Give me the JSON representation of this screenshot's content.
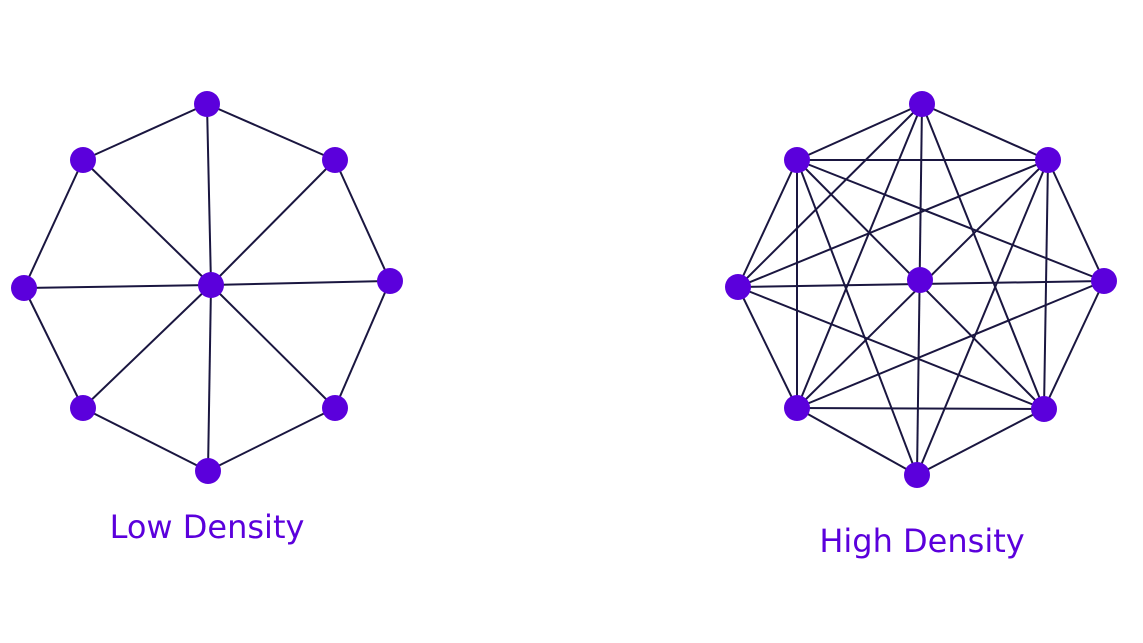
{
  "colors": {
    "node": "#5b00dc",
    "edge": "#1a1640",
    "label": "#5b00dc"
  },
  "graphs": [
    {
      "id": "low-density",
      "label": "Low Density",
      "nodes": [
        "top",
        "top-right",
        "right",
        "bottom-right",
        "bottom",
        "bottom-left",
        "left",
        "top-left",
        "center"
      ],
      "edges": [
        [
          "top",
          "top-right"
        ],
        [
          "top-right",
          "right"
        ],
        [
          "right",
          "bottom-right"
        ],
        [
          "bottom-right",
          "bottom"
        ],
        [
          "bottom",
          "bottom-left"
        ],
        [
          "bottom-left",
          "left"
        ],
        [
          "left",
          "top-left"
        ],
        [
          "top-left",
          "top"
        ],
        [
          "center",
          "top"
        ],
        [
          "center",
          "top-right"
        ],
        [
          "center",
          "right"
        ],
        [
          "center",
          "bottom-right"
        ],
        [
          "center",
          "bottom"
        ],
        [
          "center",
          "bottom-left"
        ],
        [
          "center",
          "left"
        ],
        [
          "center",
          "top-left"
        ]
      ]
    },
    {
      "id": "high-density",
      "label": "High Density",
      "nodes": [
        "top",
        "top-right",
        "right",
        "bottom-right",
        "bottom",
        "bottom-left",
        "left",
        "top-left",
        "center"
      ],
      "edges": [
        [
          "top",
          "top-right"
        ],
        [
          "top",
          "bottom-right"
        ],
        [
          "top",
          "bottom"
        ],
        [
          "top",
          "bottom-left"
        ],
        [
          "top",
          "left"
        ],
        [
          "top",
          "top-left"
        ],
        [
          "top-right",
          "right"
        ],
        [
          "top-right",
          "bottom-right"
        ],
        [
          "top-right",
          "bottom"
        ],
        [
          "top-right",
          "bottom-left"
        ],
        [
          "top-right",
          "left"
        ],
        [
          "top-right",
          "top-left"
        ],
        [
          "right",
          "bottom-right"
        ],
        [
          "right",
          "bottom-left"
        ],
        [
          "right",
          "left"
        ],
        [
          "right",
          "top-left"
        ],
        [
          "bottom-right",
          "bottom"
        ],
        [
          "bottom-right",
          "bottom-left"
        ],
        [
          "bottom-right",
          "left"
        ],
        [
          "bottom-right",
          "top-left"
        ],
        [
          "bottom",
          "bottom-left"
        ],
        [
          "bottom",
          "top-left"
        ],
        [
          "bottom-left",
          "left"
        ],
        [
          "bottom-left",
          "top-left"
        ],
        [
          "left",
          "top-left"
        ]
      ]
    }
  ]
}
